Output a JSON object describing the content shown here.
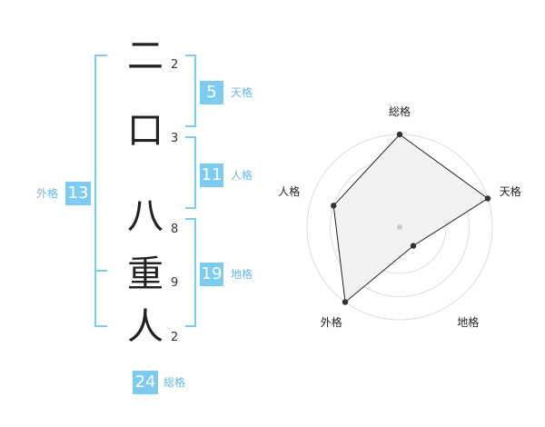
{
  "characters": [
    {
      "char": "二",
      "strokes": "2"
    },
    {
      "char": "口",
      "strokes": "3"
    },
    {
      "char": "八",
      "strokes": "8"
    },
    {
      "char": "重",
      "strokes": "9"
    },
    {
      "char": "人",
      "strokes": "2"
    }
  ],
  "fortunes": {
    "ten": {
      "value": "5",
      "label": "天格"
    },
    "jin": {
      "value": "11",
      "label": "人格"
    },
    "chi": {
      "value": "19",
      "label": "地格"
    },
    "gai": {
      "value": "13",
      "label": "外格"
    },
    "sou": {
      "value": "24",
      "label": "総格"
    }
  },
  "chart_data": {
    "type": "radar",
    "axes": [
      "総格",
      "天格",
      "地格",
      "外格",
      "人格"
    ],
    "values": [
      4,
      4,
      1,
      4,
      3
    ],
    "max": 4,
    "rings": 4
  },
  "colors": {
    "accent": "#7ecbf2",
    "label_accent": "#6ab6e6",
    "radar_fill": "#f1f1f1"
  }
}
